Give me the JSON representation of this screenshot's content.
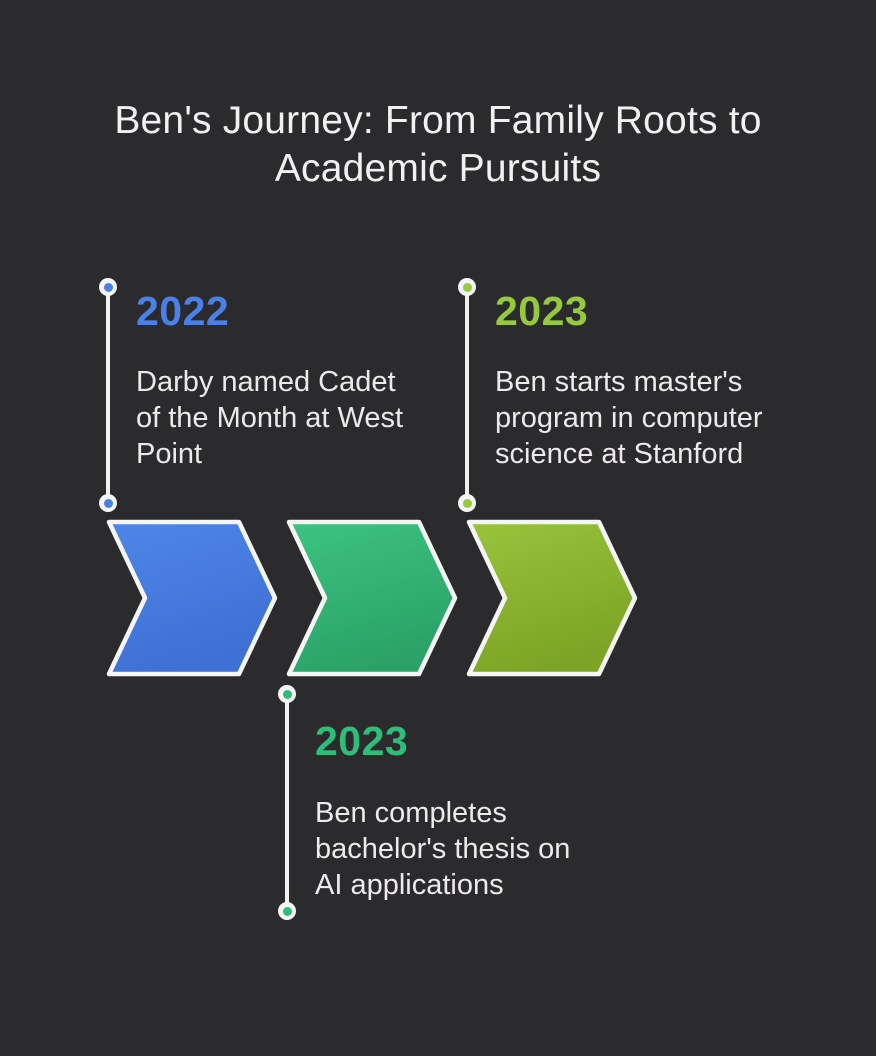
{
  "page": {
    "background_color": "#2b2b2d"
  },
  "title": {
    "text": "Ben's Journey: From Family Roots to Academic Pursuits",
    "color": "#f2f1f1"
  },
  "events": [
    {
      "year": "2022",
      "year_color": "#4a80e8",
      "dot_color": "#4a80e8",
      "description": "Darby named Cadet of the Month at West Point",
      "position": "above-chevron-1"
    },
    {
      "year": "2023",
      "year_color": "#2fbe7a",
      "dot_color": "#2fbe7a",
      "description": "Ben completes bachelor's thesis on AI applications",
      "position": "below-chevron-2"
    },
    {
      "year": "2023",
      "year_color": "#95c93e",
      "dot_color": "#95c93e",
      "description": "Ben starts master's program in computer science at Stanford",
      "position": "above-chevron-3"
    }
  ],
  "chevrons": [
    {
      "name": "step-1-blue",
      "gradient_from": "#4f86e8",
      "gradient_to": "#3f70d4"
    },
    {
      "name": "step-2-green",
      "gradient_from": "#3cc480",
      "gradient_to": "#2ba267"
    },
    {
      "name": "step-3-olive",
      "gradient_from": "#98c43b",
      "gradient_to": "#7da426"
    }
  ],
  "timeline": {
    "line_color": "#f3f1ee",
    "chevron_border_color": "#f5f5f5"
  }
}
